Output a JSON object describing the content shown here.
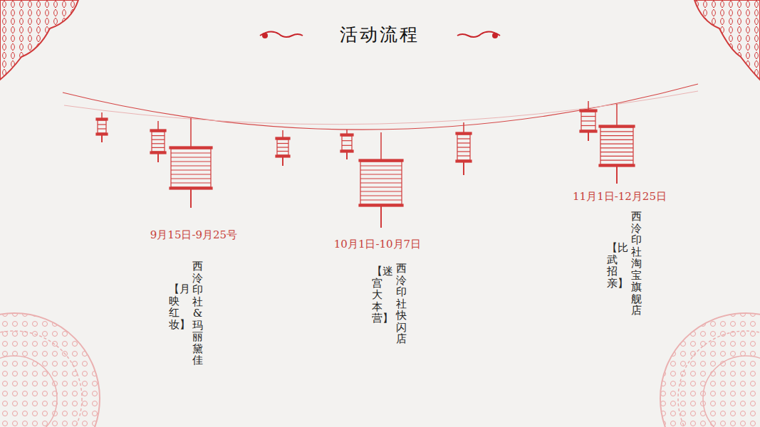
{
  "diagram": {
    "title": "活动流程",
    "labels": [
      "9月15日-9月25号",
      "西泠印社&玛丽黛佳",
      "【月映红妆】",
      "10月1日-10月7日",
      "西泠印社快闪店",
      "【迷宫大本营】",
      "11月1日-12月25日",
      "西泠印社淘宝旗舰店",
      "【比武招亲】"
    ]
  }
}
